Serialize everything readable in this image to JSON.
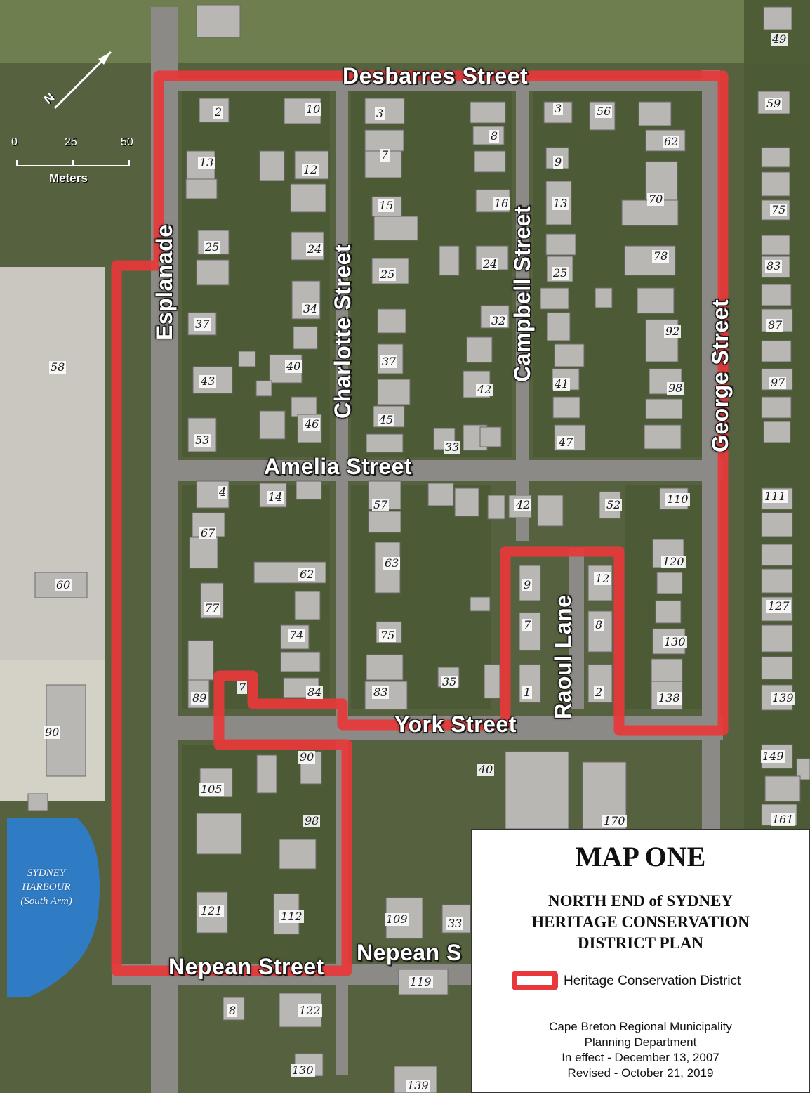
{
  "map": {
    "title": "MAP ONE",
    "subtitle_lines": [
      "NORTH END of SYDNEY",
      "HERITAGE CONSERVATION",
      "DISTRICT PLAN"
    ],
    "legend": {
      "item": "Heritage Conservation District",
      "color": "#e8383a"
    },
    "footer": {
      "organization": "Cape Breton Regional Municipality",
      "department": "Planning Department",
      "in_effect": "In effect - December 13, 2007",
      "revised": "Revised - October 21, 2019"
    },
    "scale": {
      "ticks": [
        "0",
        "25",
        "50"
      ],
      "unit": "Meters"
    },
    "north_label": "N",
    "water_label": [
      "SYDNEY",
      "HARBOUR",
      "(South Arm)"
    ],
    "streets": {
      "desbarres": "Desbarres Street",
      "esplanade": "Esplanade",
      "charlotte": "Charlotte Street",
      "campbell": "Campbell Street",
      "george": "George Street",
      "amelia": "Amelia Street",
      "raoul": "Raoul Lane",
      "york": "York Street",
      "nepean": "Nepean Street",
      "nepean_cut": "Nepean S"
    },
    "lot_numbers": [
      "49",
      "2",
      "10",
      "3",
      "3",
      "56",
      "8",
      "62",
      "13",
      "12",
      "7",
      "9",
      "59",
      "15",
      "16",
      "13",
      "70",
      "75",
      "25",
      "24",
      "25",
      "24",
      "25",
      "78",
      "83",
      "37",
      "34",
      "32",
      "87",
      "58",
      "40",
      "37",
      "42",
      "41",
      "92",
      "98",
      "97",
      "43",
      "46",
      "45",
      "33",
      "47",
      "53",
      "4",
      "14",
      "57",
      "42",
      "52",
      "110",
      "111",
      "67",
      "62",
      "63",
      "120",
      "60",
      "77",
      "9",
      "12",
      "127",
      "74",
      "75",
      "7",
      "8",
      "130",
      "89",
      "7",
      "84",
      "83",
      "35",
      "1",
      "2",
      "138",
      "139",
      "90",
      "90",
      "40",
      "105",
      "149",
      "98",
      "170",
      "161",
      "121",
      "112",
      "109",
      "33",
      "119",
      "8",
      "122",
      "130",
      "139"
    ]
  }
}
